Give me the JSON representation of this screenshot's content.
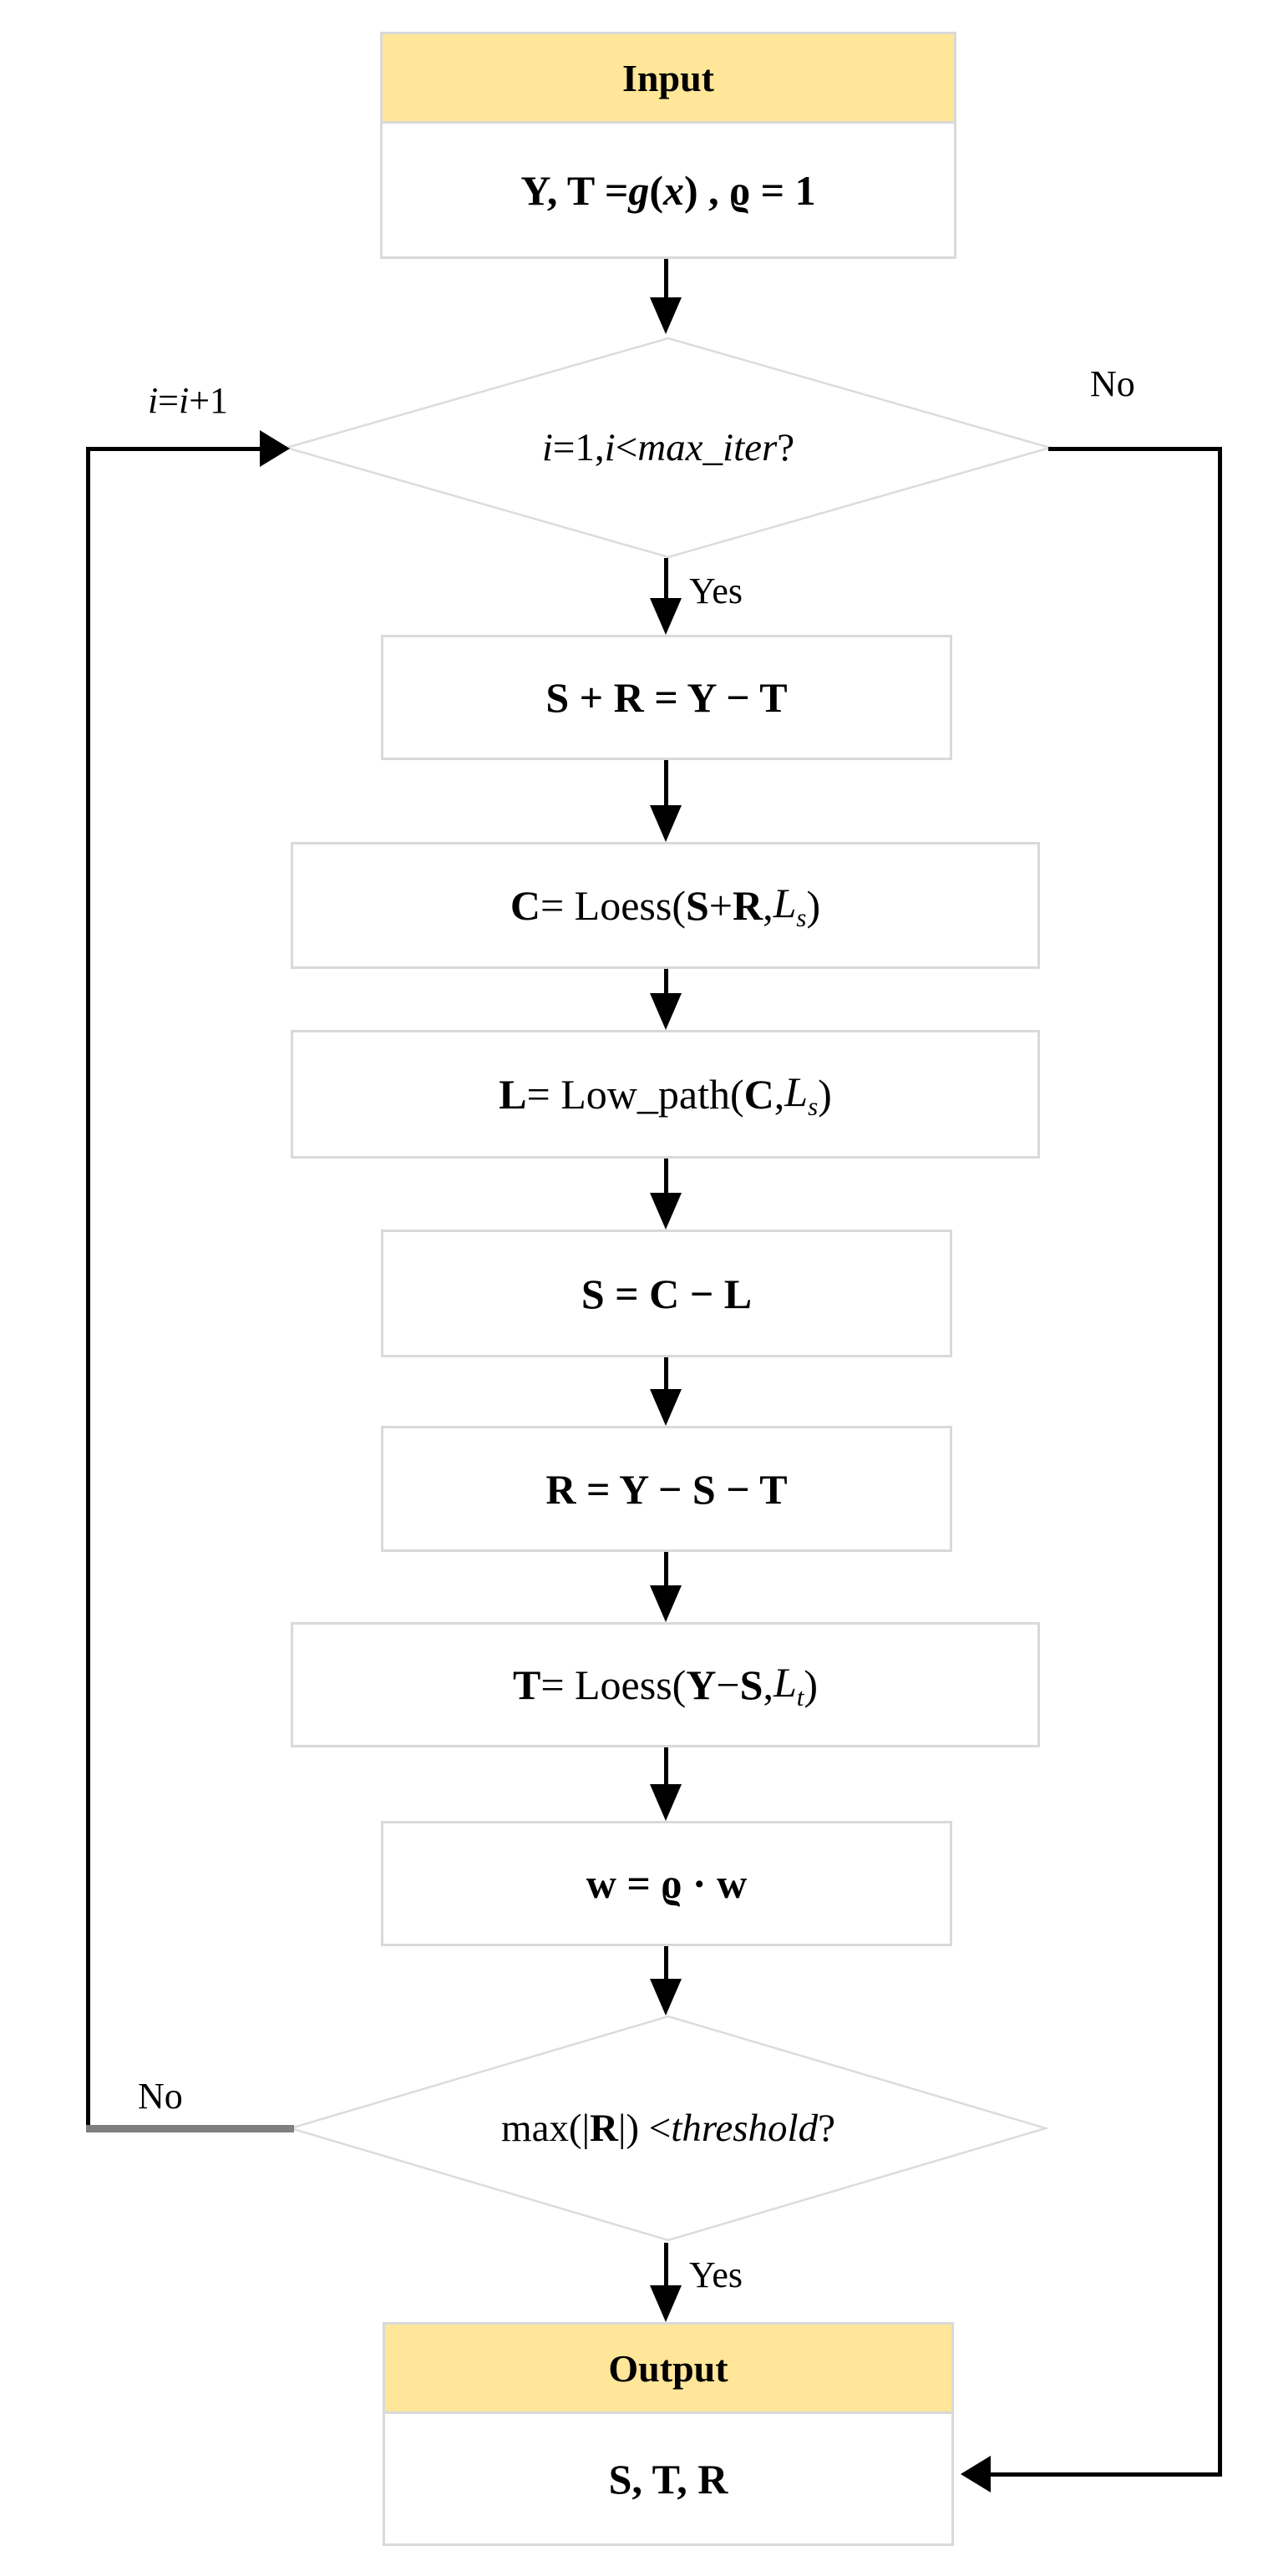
{
  "flowchart": {
    "colors": {
      "header_fill": "#FFE699",
      "box_border": "#D9D9D9",
      "diamond_border": "#DCDCDC",
      "connector": "#000000",
      "gray_connector": "#7F7F7F"
    },
    "nodes": {
      "input_header": "Input",
      "input_body": "Y, T = <i>g</i>(<i>x</i>) , ϱ = 1",
      "decision_iter": "<i>i</i>=1, <i>i</i> &lt; <i>max_iter</i> ?",
      "step_sr": "S + R = Y − T",
      "step_c": "<b>C</b> = Loess(<b>S</b> + <b>R</b>, <i>L<sub>s</sub></i>)",
      "step_l": "<b>L</b> = Low_path(<b>C</b>, <i>L<sub>s</sub></i>)",
      "step_s": "S = C − L",
      "step_r": "R = Y − S − T",
      "step_t": "<b>T</b> = Loess(<b>Y</b> − <b>S</b>, <i>L<sub>t</sub></i>)",
      "step_w": "w = ϱ · w",
      "decision_threshold": "max(|<b>R</b>|) &lt; <i>threshold</i> ?",
      "output_header": "Output",
      "output_body": "S, T, R"
    },
    "labels": {
      "increment": "<i>i</i>=<i>i</i>+1",
      "no_top": "No",
      "yes_top": "Yes",
      "no_bottom": "No",
      "yes_bottom": "Yes"
    }
  }
}
